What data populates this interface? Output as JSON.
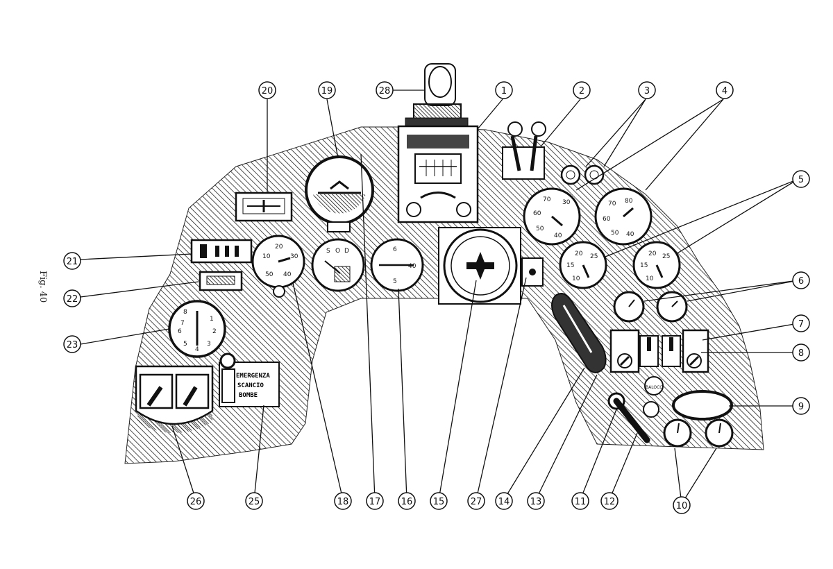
{
  "figure_label": "Fig. 40",
  "panel_placard": {
    "line1": "EMERGENZA",
    "line2": "SCANCIO",
    "line3": "BOMBE"
  },
  "small_placard": "BALOCC",
  "instrument_18": {
    "marks": [
      "10",
      "20",
      "30",
      "40",
      "50"
    ]
  },
  "instrument_16": {
    "marks": [
      "6",
      "40",
      "5"
    ]
  },
  "instrument_17": {
    "marks": [
      "S",
      "O",
      "D"
    ]
  },
  "instrument_23": {
    "marks": [
      "1",
      "2",
      "3",
      "4",
      "5",
      "6",
      "7",
      "8"
    ]
  },
  "instrument_4a": {
    "marks": [
      "70",
      "60",
      "50",
      "40",
      "30"
    ]
  },
  "instrument_4b": {
    "marks": [
      "80",
      "70",
      "60",
      "50",
      "40"
    ]
  },
  "instrument_5a": {
    "marks": [
      "20",
      "25",
      "15",
      "10"
    ]
  },
  "instrument_5b": {
    "marks": [
      "20",
      "25",
      "15",
      "10"
    ]
  },
  "callouts": [
    "1",
    "2",
    "3",
    "4",
    "5",
    "6",
    "7",
    "8",
    "9",
    "10",
    "11",
    "12",
    "13",
    "14",
    "15",
    "16",
    "17",
    "18",
    "19",
    "20",
    "21",
    "22",
    "23",
    "25",
    "26",
    "27",
    "28"
  ]
}
